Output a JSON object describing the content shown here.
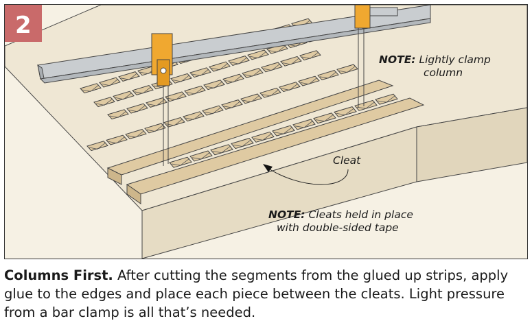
{
  "step_number": "2",
  "notes": {
    "clamp_prefix": "NOTE:",
    "clamp_line1": "Lightly clamp",
    "clamp_line2": "column",
    "cleat_label": "Cleat",
    "cleats_prefix": "NOTE:",
    "cleats_line1": "Cleats held in place",
    "cleats_line2": "with double-sided tape"
  },
  "caption": {
    "lead": "Columns First.",
    "body": " After cutting the segments from the glued up strips, apply glue to the edges and place each piece between the cleats. Light pressure from a bar clamp is all that’s needed."
  },
  "colors": {
    "board": "#efe7d4",
    "wood": "#dfcaa2",
    "clamp_orange": "#f0a830",
    "step_badge": "#c96a6a",
    "bar": "#c9cdd0"
  }
}
